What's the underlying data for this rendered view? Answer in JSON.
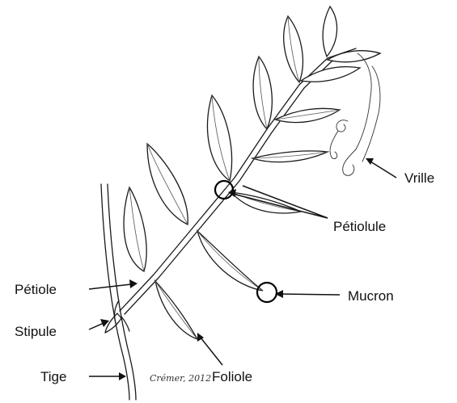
{
  "labels": {
    "vrille": "Vrille",
    "petiolule": "Pétiolule",
    "petiole": "Pétiole",
    "mucron": "Mucron",
    "stipule": "Stipule",
    "tige": "Tige",
    "foliole": "Foliole"
  },
  "signature": "Crémer, 2012"
}
